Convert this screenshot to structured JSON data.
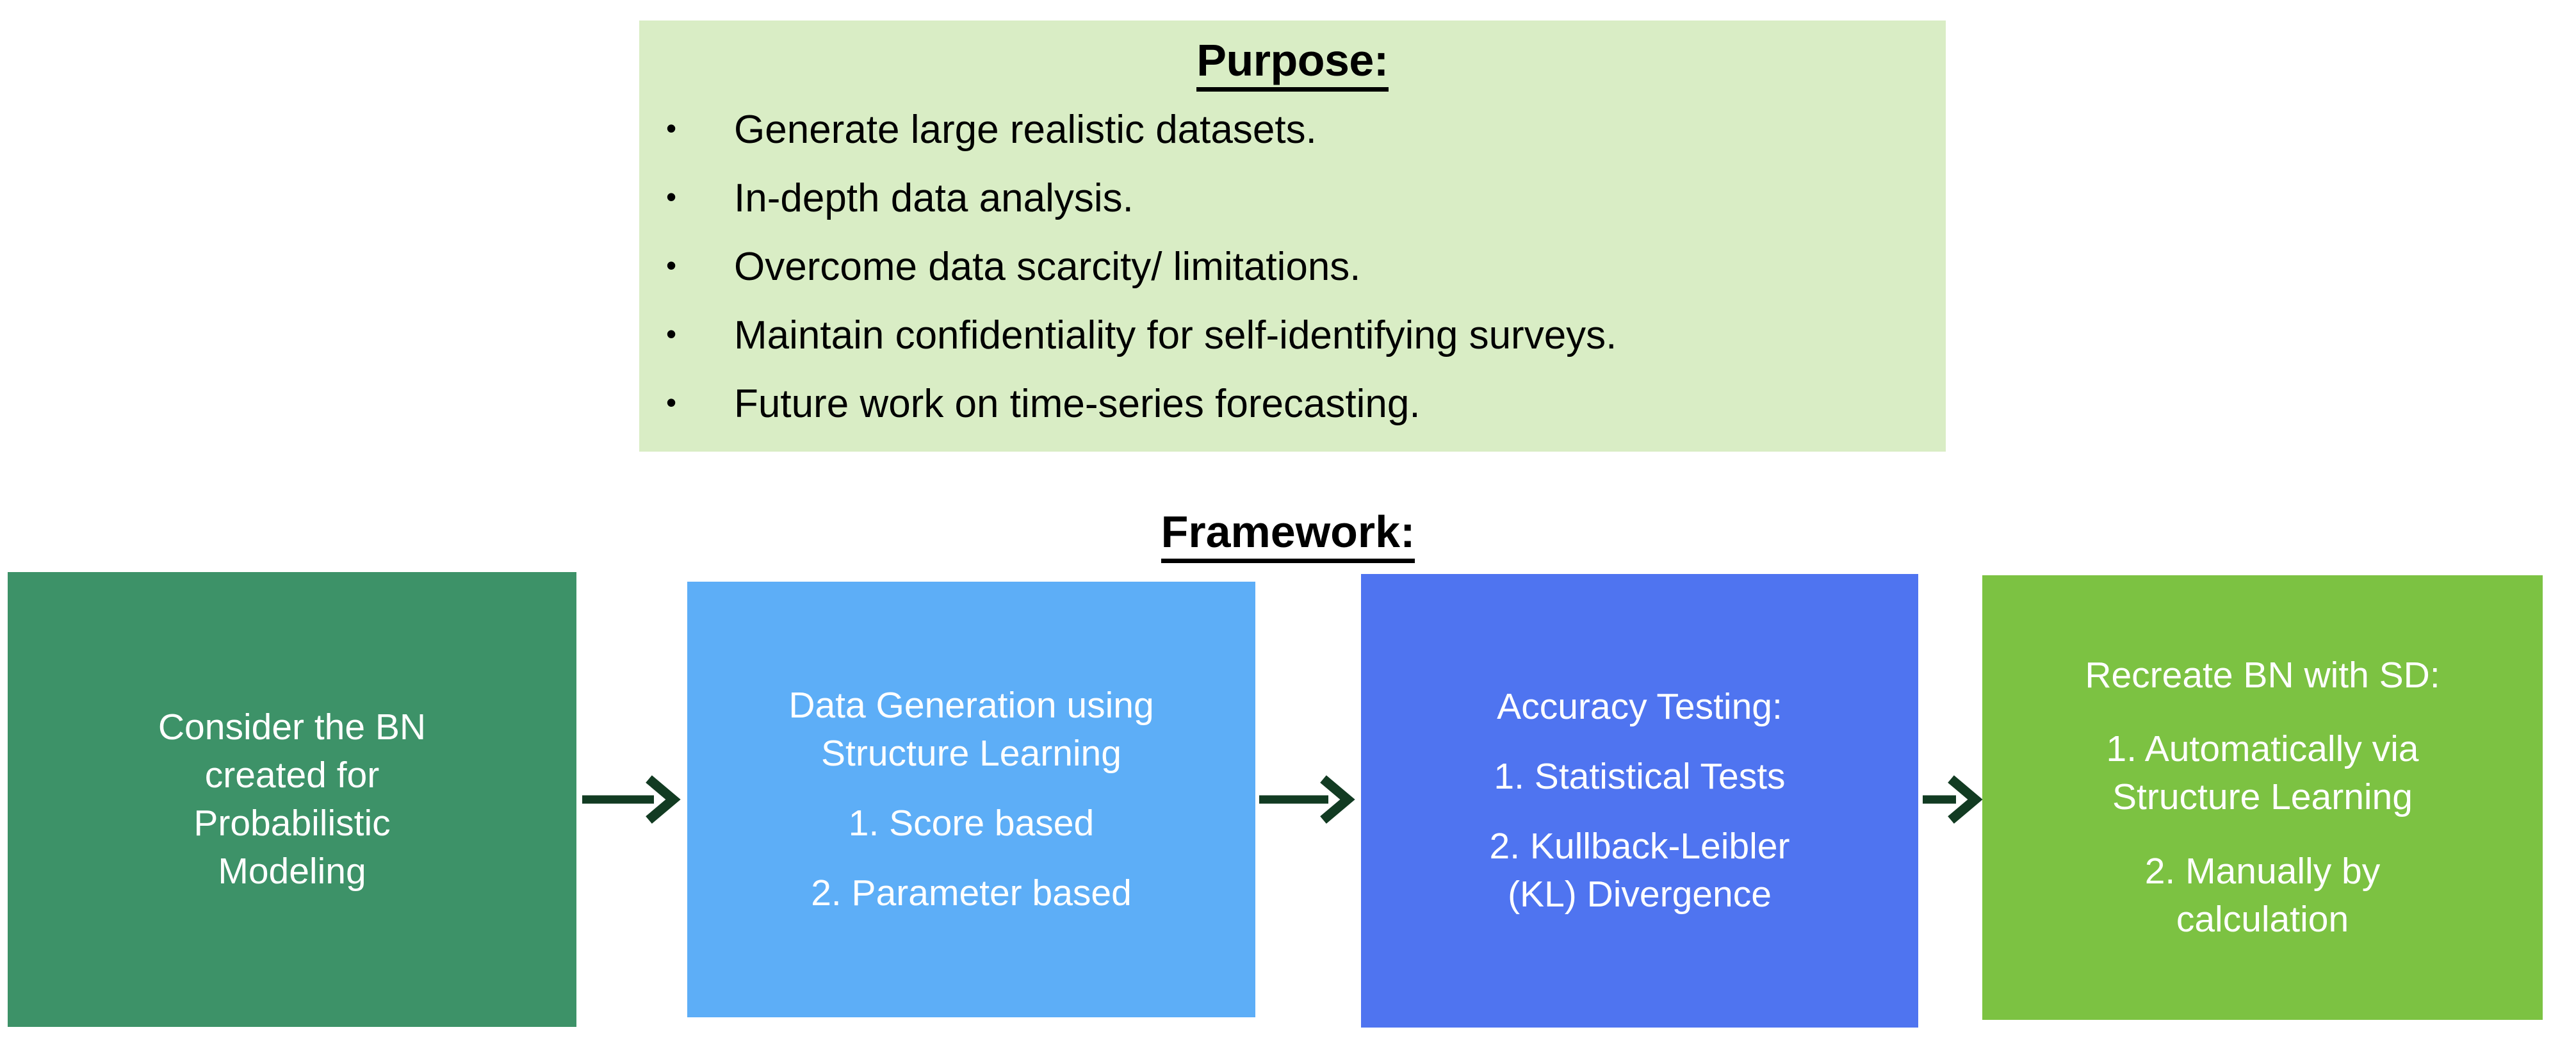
{
  "colors": {
    "purpose_panel_bg": "#d9edc5",
    "box_1_bg": "#3d9268",
    "box_2_bg": "#5daef7",
    "box_3_bg": "#4f74f0",
    "box_4_bg": "#7cc242",
    "arrow": "#123b22",
    "text_dark": "#000000",
    "text_light": "#ffffff",
    "page_bg": "#ffffff"
  },
  "purpose": {
    "title": "Purpose:",
    "bullet_glyph": "•",
    "items": [
      "Generate large realistic datasets.",
      "In-depth data analysis.",
      "Overcome data scarcity/ limitations.",
      "Maintain confidentiality for self-identifying surveys.",
      "Future work on time-series forecasting."
    ]
  },
  "framework": {
    "title": "Framework:",
    "boxes": [
      {
        "id": "box-1",
        "name": "consider-bn",
        "lines": [
          {
            "text": "Consider the BN",
            "gap": false
          },
          {
            "text": "created for",
            "gap": false
          },
          {
            "text": "Probabilistic",
            "gap": false
          },
          {
            "text": "Modeling",
            "gap": false
          }
        ]
      },
      {
        "id": "box-2",
        "name": "data-generation",
        "lines": [
          {
            "text": "Data Generation using",
            "gap": false
          },
          {
            "text": "Structure Learning",
            "gap": false
          },
          {
            "text": "1. Score based",
            "gap": true
          },
          {
            "text": "2. Parameter based",
            "gap": true
          }
        ]
      },
      {
        "id": "box-3",
        "name": "accuracy-testing",
        "lines": [
          {
            "text": "Accuracy Testing:",
            "gap": false
          },
          {
            "text": "1. Statistical Tests",
            "gap": true
          },
          {
            "text": "2. Kullback-Leibler",
            "gap": true
          },
          {
            "text": "(KL) Divergence",
            "gap": false
          }
        ]
      },
      {
        "id": "box-4",
        "name": "recreate-bn",
        "lines": [
          {
            "text": "Recreate BN with SD:",
            "gap": false
          },
          {
            "text": "1. Automatically via",
            "gap": true
          },
          {
            "text": "Structure Learning",
            "gap": false
          },
          {
            "text": "2. Manually by",
            "gap": true
          },
          {
            "text": "calculation",
            "gap": false
          }
        ]
      }
    ],
    "arrows": [
      {
        "name": "arrow-box1-to-box2",
        "icon": "arrow-right-icon"
      },
      {
        "name": "arrow-box2-to-box3",
        "icon": "arrow-right-icon"
      },
      {
        "name": "arrow-box3-to-box4",
        "icon": "arrow-right-icon"
      }
    ]
  }
}
